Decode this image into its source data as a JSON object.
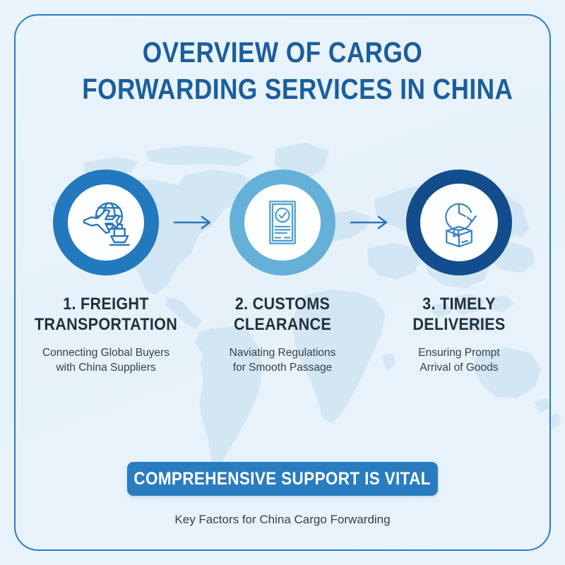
{
  "theme": {
    "background": "#e9f3fb",
    "border_color": "#2b7cc2",
    "title_color": "#1b5e9e",
    "ring_1_color": "#2279bd",
    "ring_2_color": "#64b0d8",
    "ring_3_color": "#134d8d",
    "banner_color": "#2a7cc0",
    "text_color": "#23313c",
    "map_color": "#c6dff0"
  },
  "title": {
    "line1": "OVERVIEW OF CARGO",
    "line2": "FORWARDING SERVICES IN CHINA"
  },
  "steps": [
    {
      "icon": "globe-plane-ship-icon",
      "title_line1": "1. FREIGHT",
      "title_line2": "TRANSPORTATION",
      "desc_line1": "Connecting Global Buyers",
      "desc_line2": "with China Suppliers",
      "ring_color": "#2279bd"
    },
    {
      "icon": "document-check-icon",
      "title_line1": "2. CUSTOMS",
      "title_line2": "CLEARANCE",
      "desc_line1": "Naviating Regulations",
      "desc_line2": "for Smooth Passage",
      "ring_color": "#64b0d8"
    },
    {
      "icon": "clock-box-icon",
      "title_line1": "3. TIMELY",
      "title_line2": "DELIVERIES",
      "desc_line1": "Ensuring Prompt",
      "desc_line2": "Arrival of Goods",
      "ring_color": "#134d8d"
    }
  ],
  "arrows": [
    {
      "icon": "arrow-right-icon"
    },
    {
      "icon": "arrow-right-icon"
    }
  ],
  "banner": {
    "label": "COMPREHENSIVE SUPPORT IS VITAL"
  },
  "caption": {
    "text": "Key Factors for China Cargo Forwarding"
  }
}
